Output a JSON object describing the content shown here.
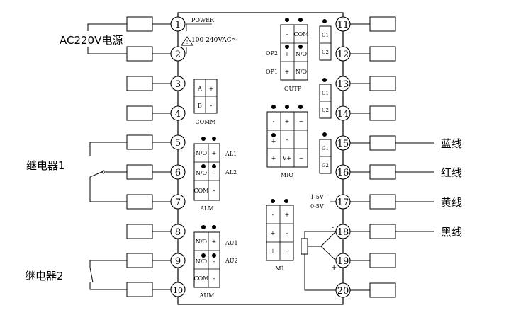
{
  "left_labels": {
    "ac_power": "AC220V电源",
    "relay1": "继电器1",
    "relay2": "继电器2"
  },
  "right_labels": {
    "blue_wire": "蓝线",
    "red_wire": "红线",
    "yellow_wire": "黄线",
    "black_wire": "黑线"
  },
  "terminals_left": [
    "1",
    "2",
    "3",
    "4",
    "5",
    "6",
    "7",
    "8",
    "9",
    "10"
  ],
  "terminals_right": [
    "11",
    "12",
    "13",
    "14",
    "15",
    "16",
    "17",
    "18",
    "19",
    "20"
  ],
  "power": {
    "label": "POWER",
    "voltage": "100-240VAC～"
  },
  "comm": {
    "title": "COMM",
    "cells": [
      "A",
      "+",
      "B",
      "-"
    ]
  },
  "alm": {
    "title": "ALM",
    "al1": "AL1",
    "al2": "AL2",
    "cells": [
      "N/O",
      "+",
      "N/O",
      "-",
      "COM",
      "-"
    ]
  },
  "aum": {
    "title": "AUM",
    "au1": "AU1",
    "au2": "AU2",
    "cells": [
      "N/O",
      "+",
      "N/O",
      "-",
      "COM",
      "-"
    ]
  },
  "outp": {
    "title": "OUTP",
    "op2": "OP2",
    "op1": "OP1",
    "cells": [
      "-",
      "COM",
      "+",
      "N/O",
      "+",
      "N/O"
    ],
    "g_top": [
      "G1",
      "G2"
    ],
    "g_mid": [
      "G1",
      "G2"
    ]
  },
  "mio": {
    "title": "MIO",
    "cells": [
      "-",
      "+",
      "~",
      "+",
      "-",
      "",
      "+",
      "V+",
      "~"
    ],
    "g": [
      "G1",
      "G2"
    ]
  },
  "m1": {
    "title": "M1",
    "cells": [
      "-",
      "+",
      "+",
      "-",
      "+",
      "-"
    ]
  },
  "analog": {
    "range1": "1-5V",
    "range2": "0-5V",
    "minus": "-",
    "plus": "+"
  }
}
